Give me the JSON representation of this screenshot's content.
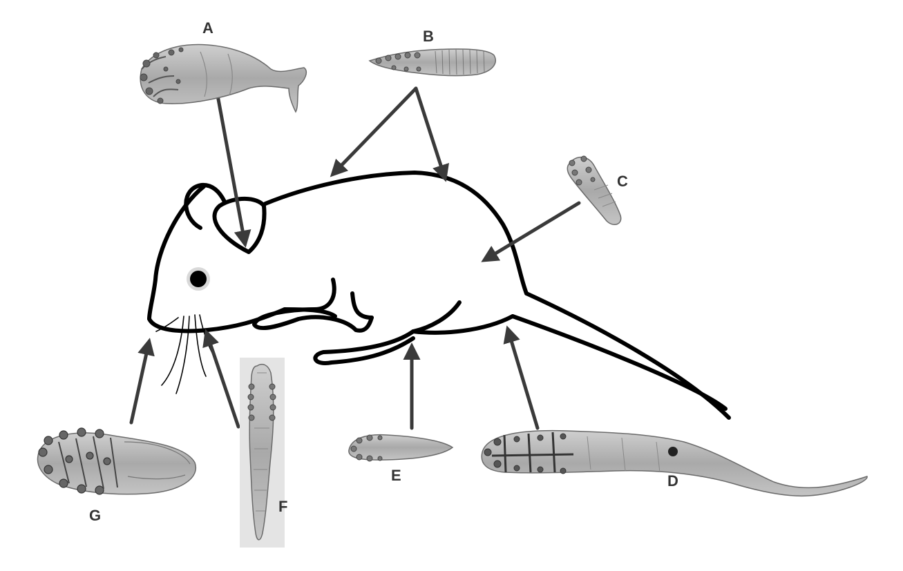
{
  "labels": {
    "a": "A",
    "b": "B",
    "c": "C",
    "d": "D",
    "e": "E",
    "f": "F",
    "g": "G"
  },
  "colors": {
    "outline": "#000000",
    "arrow": "#3a3a3a",
    "mite_body": "#b5b5b5",
    "mite_dark": "#555555",
    "label": "#333333"
  }
}
